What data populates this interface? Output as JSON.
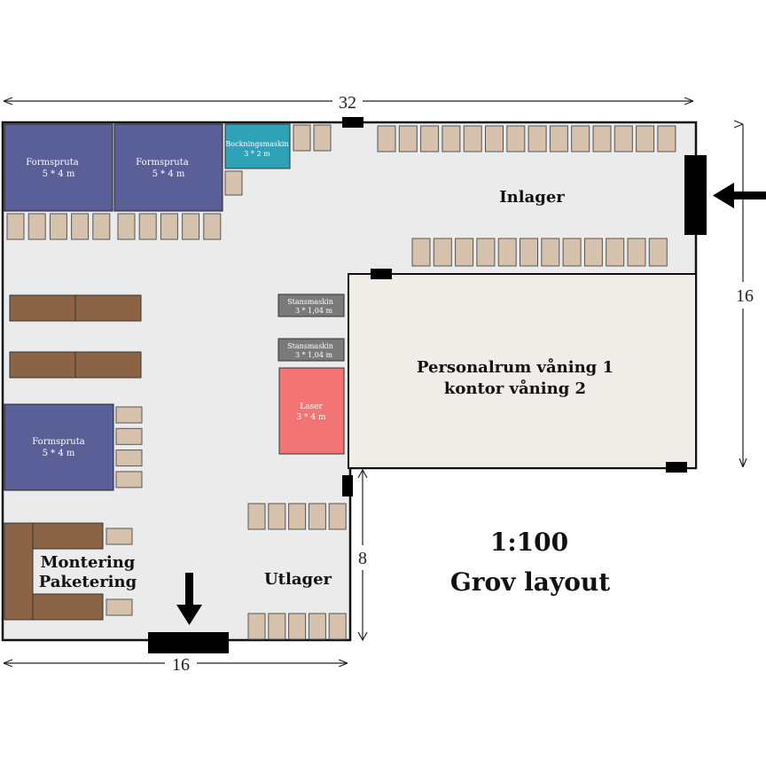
{
  "dimensions": {
    "top": "32",
    "right": "16",
    "right_lower": "8",
    "bottom": "16"
  },
  "areas": {
    "inlager": "Inlager",
    "utlager": "Utlager",
    "personalrum_line1": "Personalrum våning 1",
    "personalrum_line2": "kontor våning 2",
    "montering": "Montering",
    "paketering": "Paketering"
  },
  "machines": {
    "formspruta_1": {
      "name": "Formspruta",
      "size": "5 * 4 m"
    },
    "formspruta_2": {
      "name": "Formspruta",
      "size": "5 * 4 m"
    },
    "formspruta_3": {
      "name": "Formspruta",
      "size": "5 * 4 m"
    },
    "bockningsmaskin": {
      "name": "Bockningsmaskin",
      "size": "3 * 2 m"
    },
    "stansmaskin_1": {
      "name": "Stansmaskin",
      "size": "3 * 1,04 m"
    },
    "stansmaskin_2": {
      "name": "Stansmaskin",
      "size": "3 * 1,04 m"
    },
    "laser": {
      "name": "Laser",
      "size": "3 * 4 m"
    }
  },
  "legend": {
    "scale": "1:100",
    "title": "Grov layout"
  },
  "colors": {
    "floor": "#ebebeb",
    "office": "#f0ede8",
    "formspruta": "#5a5f98",
    "bockningsmaskin": "#2ea3b8",
    "stansmaskin": "#7a7a7a",
    "laser": "#f37474",
    "pallet": "#d6c1ad",
    "bench": "#8b6445",
    "door": "#000000"
  }
}
